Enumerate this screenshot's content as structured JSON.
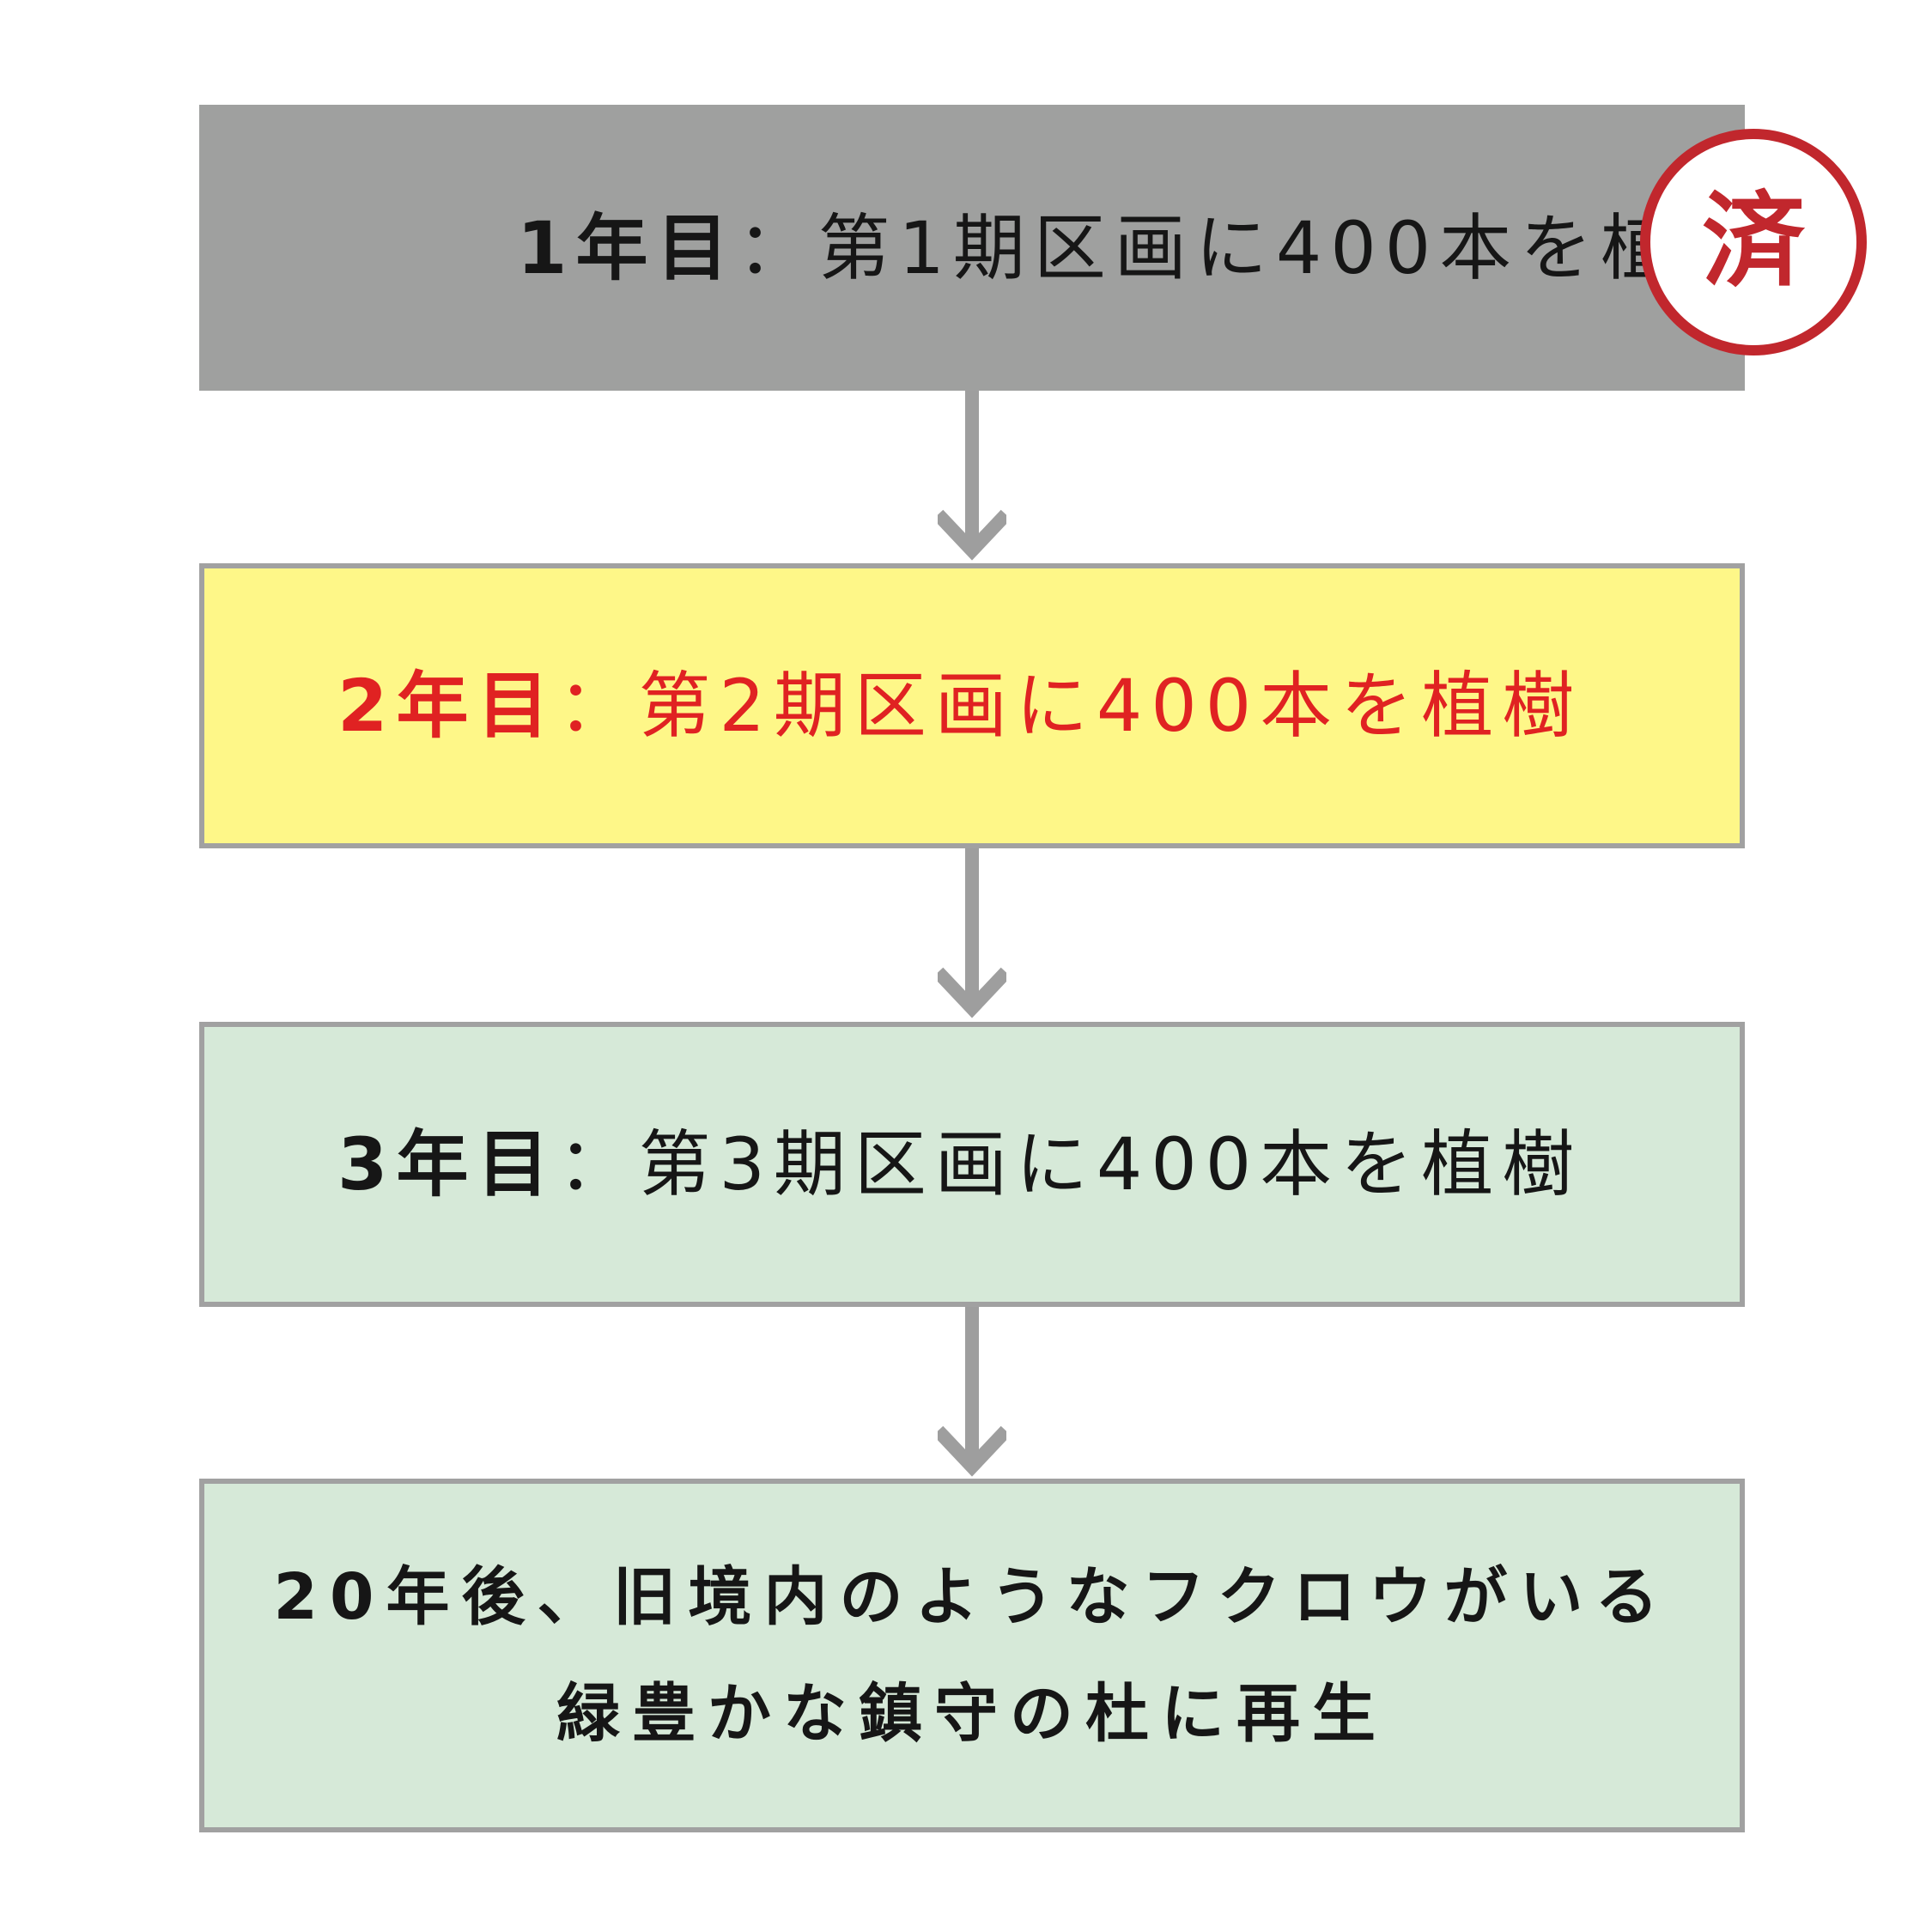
{
  "steps": [
    {
      "year": "1年目",
      "separator": "：",
      "description": "第1期区画に400本を植樹",
      "stamp": "済"
    },
    {
      "year": "2年目",
      "separator": "：",
      "description": "第2期区画に400本を植樹"
    },
    {
      "year": "3年目",
      "separator": "：",
      "description": "第3期区画に400本を植樹"
    }
  ],
  "result": {
    "line1": "20年後、旧境内のようなフクロウがいる",
    "line2": "緑豊かな鎮守の杜に再生"
  },
  "colors": {
    "completed_fill": "#9fa09f",
    "current_fill": "#fef788",
    "future_fill": "#d6e9d8",
    "border": "#a1a1a1",
    "current_text": "#e02222",
    "stamp": "#c1272d",
    "arrow": "#9e9e9e"
  }
}
